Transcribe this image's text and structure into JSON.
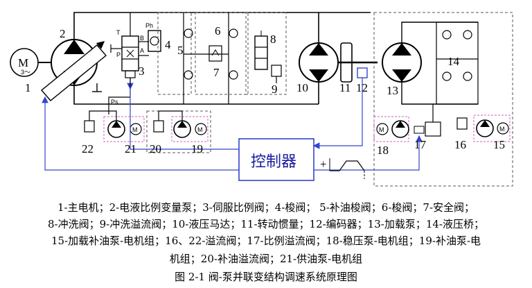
{
  "diagram": {
    "controller_label": "控制器",
    "motor_letter": "M",
    "motor_phase": "3〜",
    "ports": {
      "T": "T",
      "P": "P",
      "A": "A",
      "B": "B",
      "Ph": "Ph",
      "Ps": "Ps",
      "plus": "+"
    },
    "component_numbers": [
      "1",
      "2",
      "3",
      "4",
      "5",
      "6",
      "7",
      "8",
      "9",
      "10",
      "11",
      "12",
      "13",
      "14",
      "15",
      "16",
      "17",
      "18",
      "19",
      "20",
      "21",
      "22"
    ]
  },
  "legend": {
    "line1": "1-主电机；2-电液比例变量泵；3-伺服比例阀；4-梭阀；  5-补油梭阀；6-梭阀；7-安全阀；",
    "line2": "8-冲洗阀；9-冲洗溢流阀；10-液压马达；11-转动惯量；12-编码器；13-加载泵；14-液压桥；",
    "line3": "15-加载补油泵-电机组；16、22-溢流阀；17-比例溢流阀；18-稳压泵-电机组；19-补油泵-电",
    "line4": "机组；20-补油溢流阀；21-供油泵-电机组"
  },
  "caption": "图 2-1  阀-泵并联变结构调速系统原理图",
  "colors": {
    "line": "#000000",
    "signal": "#3344cc",
    "pink_box": "#d060c0",
    "dash": "#555555"
  }
}
